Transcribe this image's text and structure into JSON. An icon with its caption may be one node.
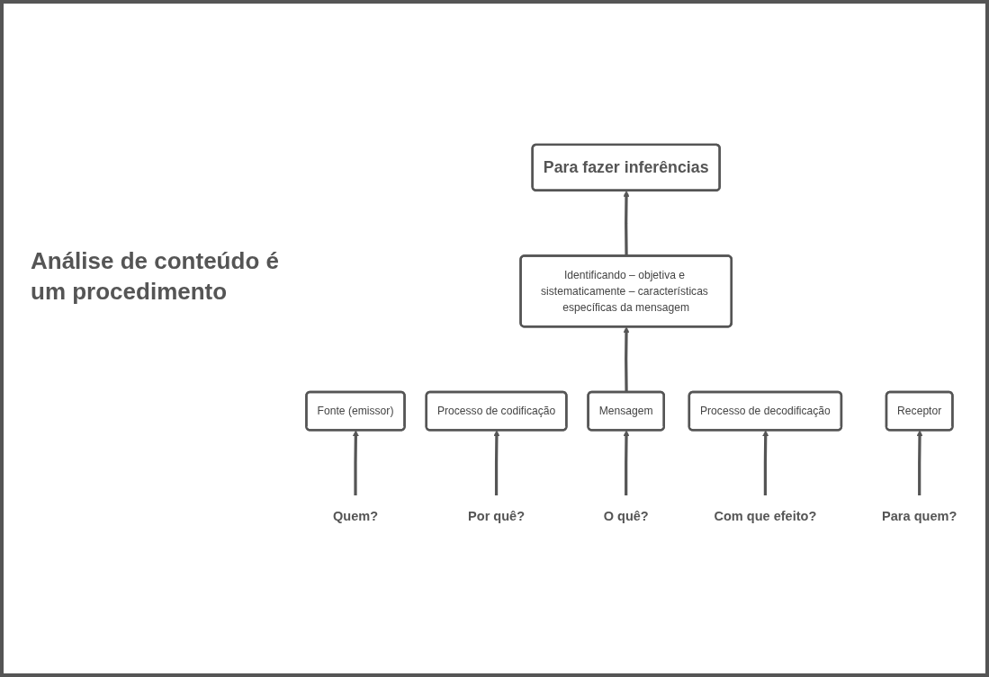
{
  "diagram": {
    "nodes": [
      {
        "text": [
          "Para fazer inferências"
        ]
      },
      {
        "text": [
          "Identificando – objetiva e sistematicamente – características específicas da mensagem"
        ]
      },
      {
        "text": [
          "Fonte (emissor)"
        ]
      },
      {
        "text": [
          "Processo de codificação"
        ]
      },
      {
        "text": [
          "Mensagem"
        ]
      },
      {
        "text": [
          "Processo de decodificação"
        ]
      },
      {
        "text": [
          "Receptor"
        ]
      },
      {
        "text": [
          "Quem?"
        ]
      },
      {
        "text": [
          "Por quê?"
        ]
      },
      {
        "text": [
          "O quê?"
        ]
      },
      {
        "text": [
          "Com que efeito?"
        ]
      },
      {
        "text": [
          "Para quem?"
        ]
      }
    ],
    "edges": [
      {
        "from": 7,
        "to": 2,
        "arrow": "to"
      },
      {
        "from": 8,
        "to": 3,
        "arrow": "to"
      },
      {
        "from": 9,
        "to": 4,
        "arrow": "to"
      },
      {
        "from": 10,
        "to": 5,
        "arrow": "to"
      },
      {
        "from": 11,
        "to": 6,
        "arrow": "to"
      },
      {
        "from": 4,
        "to": 1,
        "arrow": "to"
      },
      {
        "from": 1,
        "to": 0,
        "arrow": "to"
      }
    ],
    "labels": [
      "Análise de conteúdo é um procedimento"
    ]
  }
}
